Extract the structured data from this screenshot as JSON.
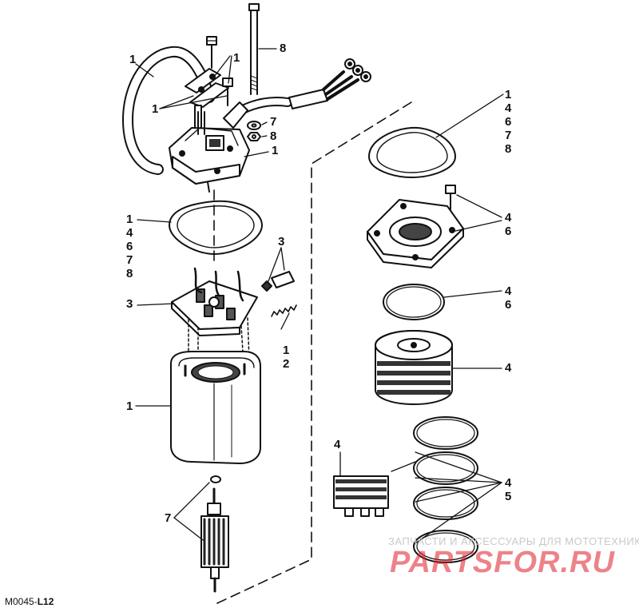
{
  "figure": {
    "code_prefix": "M0045-",
    "code_suffix": "L12"
  },
  "watermark": {
    "tagline": "ЗАПЧАСТИ И АКСЕССУАРЫ ДЛЯ МОТОТЕХНИКИ",
    "brand": "PARTSFOR.RU"
  },
  "callouts": {
    "hose_left": "1",
    "cap_screws": "1",
    "clamp_screws": "1",
    "bolt": "8",
    "washer": "7",
    "nut": "8",
    "end_cap": "1",
    "gasket_top_right": "1\n4\n6\n7\n8",
    "screw_right": "4\n6",
    "gasket_left": "1\n4\n6\n7\n8",
    "brushes": "3",
    "brush_plate": "3",
    "spring": "1\n2",
    "oring_right": "4\n6",
    "pump_body": "4",
    "frame": "1",
    "armature": "7",
    "valve_block": "4",
    "rings": "4\n5"
  },
  "colors": {
    "line": "#111111",
    "shade": "#444444"
  }
}
